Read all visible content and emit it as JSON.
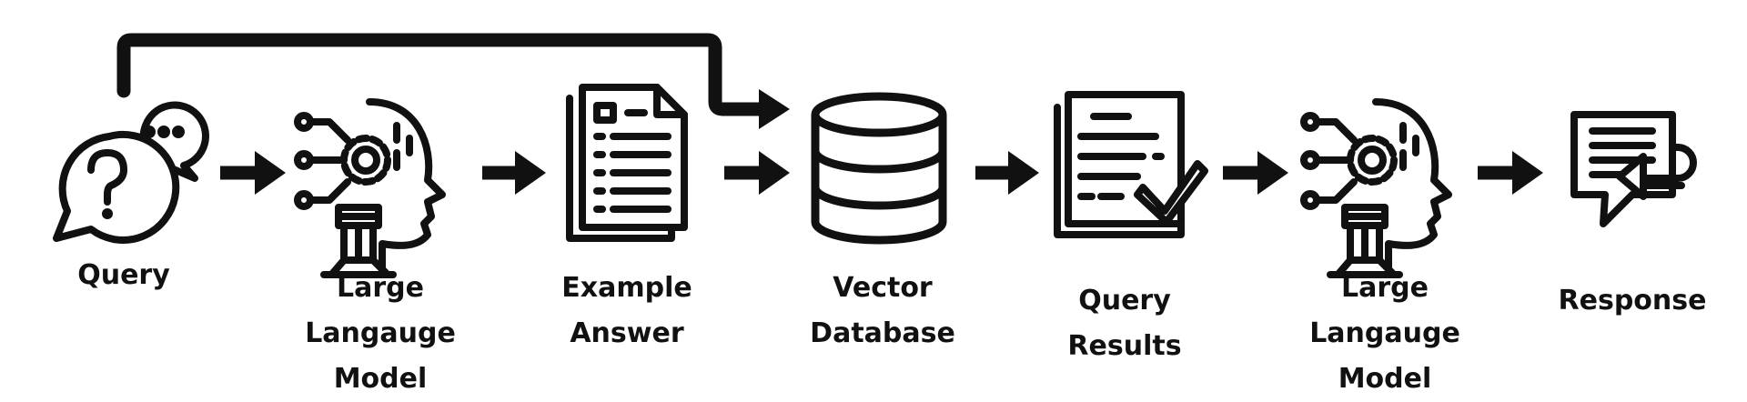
{
  "colors": {
    "stroke": "#111111",
    "background": "#ffffff"
  },
  "nodes": [
    {
      "id": "query",
      "icon": "question-chat-icon",
      "label_lines": [
        "Query"
      ]
    },
    {
      "id": "llm1",
      "icon": "ai-head-gear-icon",
      "label_lines": [
        "Large",
        "Langauge",
        "Model"
      ]
    },
    {
      "id": "example",
      "icon": "document-icon",
      "label_lines": [
        "Example",
        "Answer"
      ]
    },
    {
      "id": "vectordb",
      "icon": "database-icon",
      "label_lines": [
        "Vector",
        "Database"
      ]
    },
    {
      "id": "results",
      "icon": "checked-document-icon",
      "label_lines": [
        "Query",
        "Results"
      ]
    },
    {
      "id": "llm2",
      "icon": "ai-head-gear-icon",
      "label_lines": [
        "Large",
        "Langauge",
        "Model"
      ]
    },
    {
      "id": "response",
      "icon": "response-chat-icon",
      "label_lines": [
        "Response"
      ]
    }
  ],
  "edges": [
    {
      "from": "query",
      "to": "llm1"
    },
    {
      "from": "llm1",
      "to": "example"
    },
    {
      "from": "example",
      "to": "vectordb"
    },
    {
      "from": "query",
      "to": "vectordb",
      "routing": "over-top"
    },
    {
      "from": "vectordb",
      "to": "results"
    },
    {
      "from": "results",
      "to": "llm2"
    },
    {
      "from": "llm2",
      "to": "response"
    }
  ]
}
